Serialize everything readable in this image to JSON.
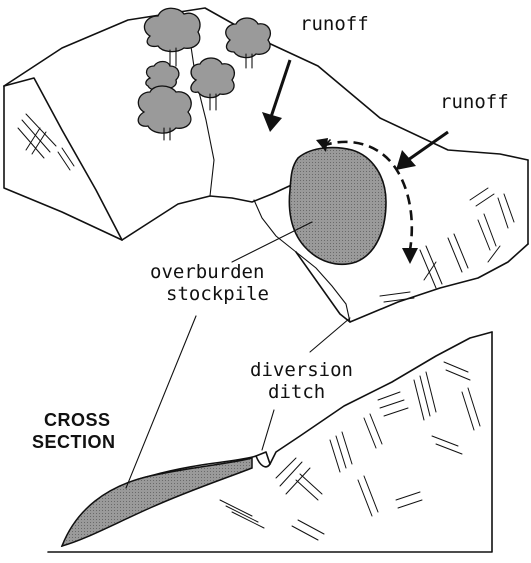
{
  "labels": {
    "runoff_upper": "runoff",
    "runoff_right": "runoff",
    "stockpile_line1": "overburden",
    "stockpile_line2": "stockpile",
    "ditch_line1": "diversion",
    "ditch_line2": "ditch",
    "cross_section_line1": "CROSS",
    "cross_section_line2": "SECTION"
  },
  "icons": {
    "tree": "tree-icon",
    "runoff_arrow": "arrow-down-icon",
    "diversion_arrow": "dashed-curved-arrow-icon"
  },
  "colors": {
    "ink": "#111111",
    "stockpile_fill": "#8a8a8a",
    "background": "#ffffff"
  }
}
